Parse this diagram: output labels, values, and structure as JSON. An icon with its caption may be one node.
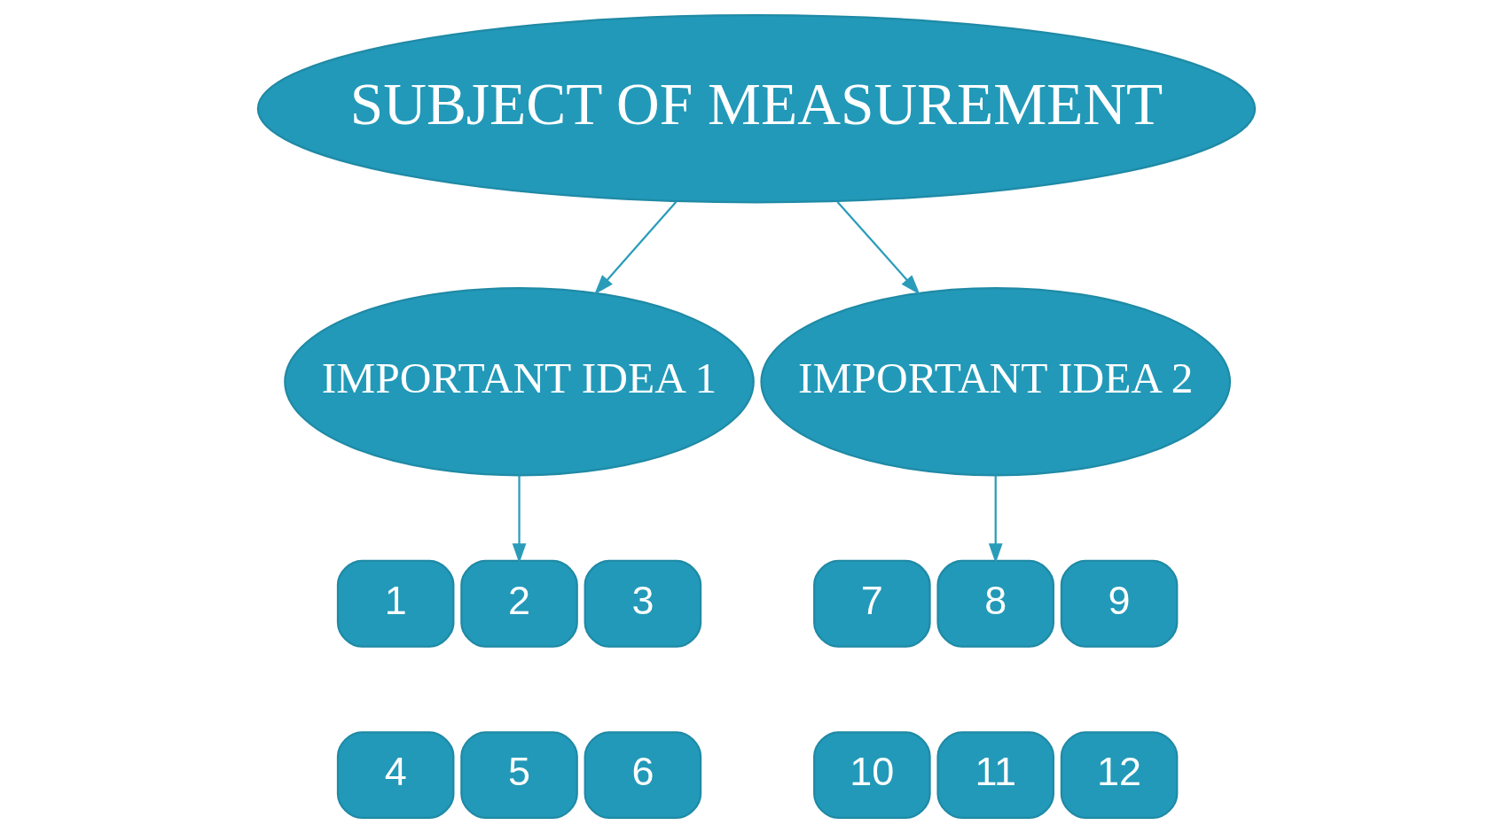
{
  "diagram": {
    "nodes": [
      {
        "text": [
          "SUBJECT OF MEASUREMENT"
        ]
      },
      {
        "text": [
          "IMPORTANT IDEA 1"
        ]
      },
      {
        "text": [
          "IMPORTANT IDEA 2"
        ]
      },
      {
        "text": [
          "1"
        ]
      },
      {
        "text": [
          "2"
        ]
      },
      {
        "text": [
          "3"
        ]
      },
      {
        "text": [
          "4"
        ]
      },
      {
        "text": [
          "5"
        ]
      },
      {
        "text": [
          "6"
        ]
      },
      {
        "text": [
          "7"
        ]
      },
      {
        "text": [
          "8"
        ]
      },
      {
        "text": [
          "9"
        ]
      },
      {
        "text": [
          "10"
        ]
      },
      {
        "text": [
          "11"
        ]
      },
      {
        "text": [
          "12"
        ]
      }
    ],
    "edges": [
      {
        "from": 0,
        "to": 1,
        "arrow": "to"
      },
      {
        "from": 0,
        "to": 2,
        "arrow": "to"
      },
      {
        "from": 1,
        "to": 4,
        "arrow": "to"
      },
      {
        "from": 2,
        "to": 10,
        "arrow": "to"
      }
    ]
  }
}
